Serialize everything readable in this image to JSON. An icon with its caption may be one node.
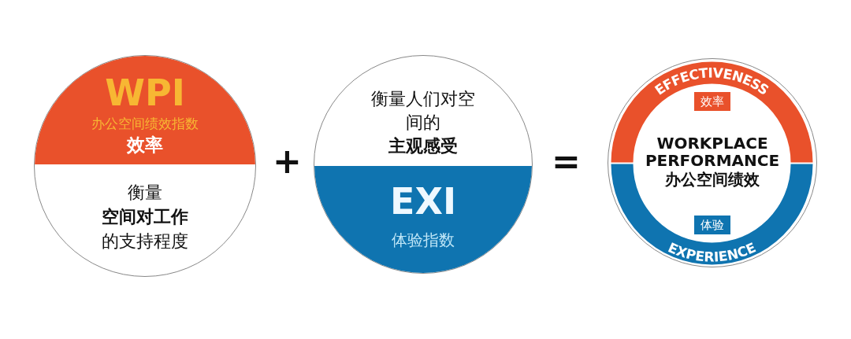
{
  "diagram": {
    "nodes": [
      {
        "text": [
          "衡量**空间对工作**的支持程度"
        ]
      },
      {
        "text": [
          "WPI",
          "办公空间绩效指数",
          "效率"
        ],
        "in": 0
      },
      {
        "text": [
          "衡量人们对空间的**主观感受**"
        ]
      },
      {
        "text": [
          "EXI",
          "体验指数"
        ],
        "in": 2
      },
      {
        "text": [
          "EFFECTIVENESS",
          "WORKPLACE PERFORMANCE",
          "办公空间绩效",
          "EXPERIENCE"
        ]
      },
      {
        "text": [
          "效率"
        ],
        "in": 4
      },
      {
        "text": [
          "体验"
        ],
        "in": 4
      }
    ],
    "labels": [
      "+",
      "="
    ]
  }
}
